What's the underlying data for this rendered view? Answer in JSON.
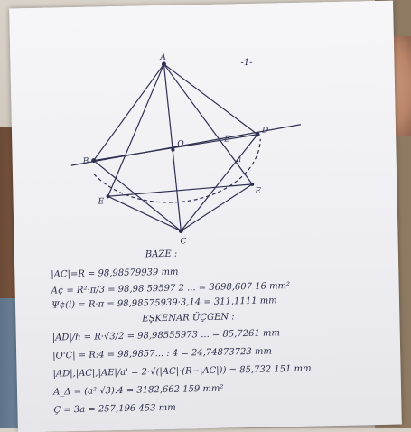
{
  "page_number": "-1-",
  "sketch_labels": {
    "A": "A",
    "B": "B",
    "C": "C",
    "D": "D",
    "E": "E",
    "O": "O",
    "a": "a"
  },
  "notes": [
    "BAZE :",
    "|AC|=R = 98,98579939  mm",
    "A¢ = R²·π/3 = 98,98 59597 2 ... = 3698,607 16 mm²",
    "Ψ¢(l) = R·π = 98,98575939·3,14 = 311,1111 mm",
    "EŞKENAR ÜÇGEN :",
    "|AD|/h = R·√3/2 = 98,98555973 ... = 85,7261 mm",
    "|O'C| = R:4 = 98,9857... : 4 = 24,74873723 mm",
    "|AD|,|AC|,|AE|/a' = 2·√(|AC|·(R−|AC|)) = 85,732 151 mm",
    "A_Δ = (a²·√3):4 = 3182,662 159 mm²",
    "Ç = 3a = 257,196 453 mm"
  ]
}
